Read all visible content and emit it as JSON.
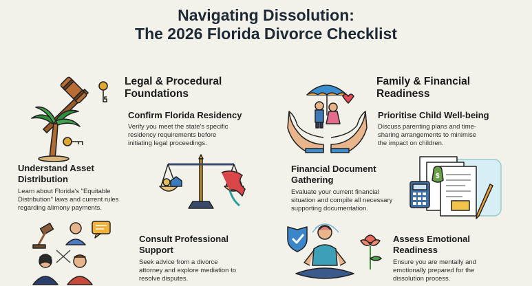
{
  "title": {
    "line1": "Navigating Dissolution:",
    "line2": "The 2026 Florida Divorce Checklist"
  },
  "left_section": {
    "heading_line1": "Legal & Procedural",
    "heading_line2": "Foundations",
    "items": [
      {
        "title": "Confirm Florida Residency",
        "text_lines": [
          "Verify you meet the state's specific",
          "residency requirements before",
          "initiating legal proceedings."
        ]
      },
      {
        "title_lines": [
          "Understand Asset",
          "Distribution"
        ],
        "text_lines": [
          "Learn about Florida's \"Equitable",
          "Distribution\" laws and current rules",
          "regarding alimony payments."
        ]
      },
      {
        "title_lines": [
          "Consult Professional",
          "Support"
        ],
        "text_lines": [
          "Seek advice from a divorce",
          "attorney and explore mediation to",
          "resolve disputes."
        ]
      }
    ]
  },
  "right_section": {
    "heading_line1": "Family & Financial",
    "heading_line2": "Readiness",
    "items": [
      {
        "title": "Prioritise Child Well-being",
        "text_lines": [
          "Discuss parenting plans and time-",
          "sharing arrangements to minimise",
          "the impact on children."
        ]
      },
      {
        "title_lines": [
          "Financial Document",
          "Gathering"
        ],
        "text_lines": [
          "Evaluate your current financial",
          "situation and compile all necessary",
          "supporting documentation."
        ]
      },
      {
        "title_lines": [
          "Assess Emotional",
          "Readiness"
        ],
        "text_lines": [
          "Ensure you are mentally and",
          "emotionally prepared for the",
          "dissolution process."
        ]
      }
    ]
  },
  "icons": {
    "gavel_palm": "gavel-palm-tree-keys-icon",
    "scales": "scales-of-justice-icon",
    "consult": "legal-consultation-icon",
    "family": "family-umbrella-hands-icon",
    "documents": "financial-documents-icon",
    "meditation": "meditation-emotional-icon"
  },
  "colors": {
    "background": "#f3f2ea",
    "title": "#1d2a36",
    "text": "#1b1b1b"
  }
}
